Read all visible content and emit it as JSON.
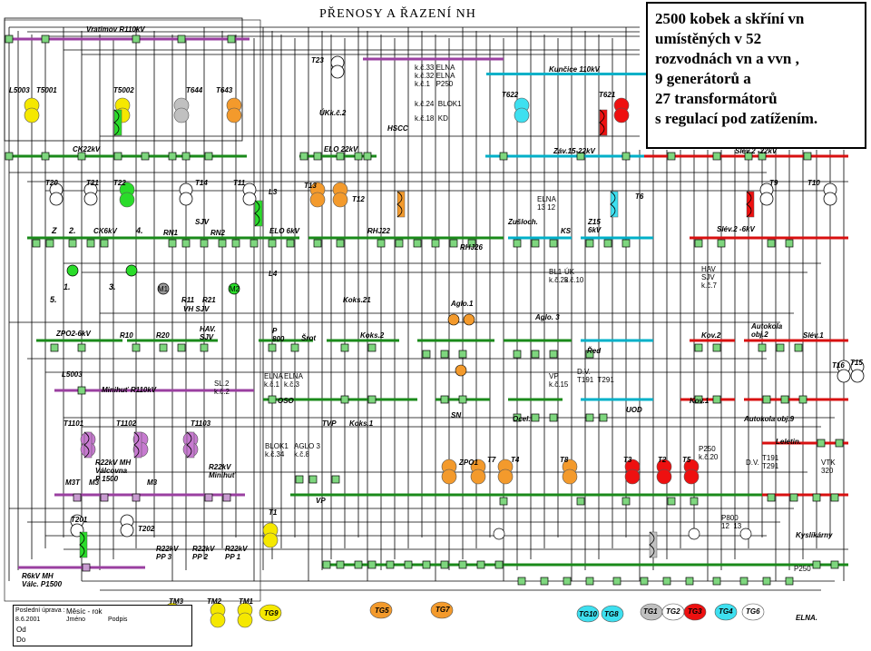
{
  "title": "PŘENOSY A ŘAZENÍ NH",
  "callout": {
    "lines": [
      "2500 kobek a skříní vn",
      "umístěných v 52",
      "rozvodnách vn a vvn ,",
      "9 generátorů a",
      "27 transformátorů",
      "s regulací pod zatížením."
    ]
  },
  "colors": {
    "bus_green": "#1a8a1a",
    "bus_purple": "#9a3fa0",
    "bus_red": "#d81010",
    "bus_cyan": "#00b0c8",
    "yellow": "#f5e800",
    "orange": "#f39a2c",
    "gray": "#c0c0c0",
    "cyan_tf": "#3ee0f0",
    "lime": "#2adc2a",
    "red_tf": "#ee1010"
  },
  "labels": {
    "vratimov": "Vratimov R110kV",
    "l5003_top": "L5003",
    "t5001": "T5001",
    "t5002": "T5002",
    "t644": "T644",
    "t643": "T643",
    "ck22kv": "CK22kV",
    "t23": "T23",
    "ukk2": "ÚKk.č.2",
    "elo22kv": "ELO 22kV",
    "hscc": "HSCC",
    "kc33": "k.č.33 ELNA",
    "kc32": "k.č.32 ELNA",
    "kc1": "k.č.1   P250",
    "kc24": "k.č.24  BLOK1",
    "kc18": "k.č.18  KD",
    "kuncice": "Kunčice 110kV",
    "t622": "T622",
    "t621": "T621",
    "zav15": "Záv.15-22kV",
    "slev2_22kv": "Slév.2 -22kV",
    "t20": "T20",
    "t21": "T21",
    "t22": "T22",
    "t14": "T14",
    "t11": "T11",
    "t13": "T13",
    "t12": "T12",
    "l3": "L3",
    "t9": "T9",
    "t10": "T10",
    "t6": "T6",
    "elna1312": "ELNA\n13 12",
    "z": "Z",
    "two": "2.",
    "ck6kv": "CK6kV",
    "four": "4.",
    "rn1": "RN1",
    "sjv": "SJV",
    "rn2": "RN2",
    "elo6kv": "ELO 6kV",
    "rhj22": "RHJ22",
    "rhj26": "RHJ26",
    "zusloch": "Zušloch.",
    "ks": "KS",
    "z15": "Z15\n6kV",
    "slev2_6kv": "Slév.2 -6kV",
    "one": "1.",
    "three": "3.",
    "m1": "M1",
    "m2": "M2",
    "l4": "L4",
    "bl1": "BL1\nk.č.23",
    "uk": "ÚK\nk.č.10",
    "hav_sjv": "HAV\nSJV\nk.č.7",
    "five": "5.",
    "r11": "R11",
    "r21": "R21",
    "vh_sjv": "VH SJV",
    "koks21": "Koks.21",
    "aglo1": "Aglo.1",
    "aglo3": "Aglo. 3",
    "zpo26": "ZPO2-6kV",
    "r10": "R10",
    "r20": "R20",
    "hav_sjv2": "HAV.\nSJV",
    "p800": "P\n800",
    "srot": "Šrot",
    "koks2": "Koks.2",
    "red": "Řed",
    "kov2": "Kov.2",
    "autokola2": "Autokola\nobj.2",
    "slev1": "Slév.1",
    "l5003_mid": "L5003",
    "minihut110": "Minihuť R110kV",
    "sl2": "SL.2\nk.č.2",
    "elna_kc1": "ELNA\nk.č.1",
    "elna_kc3": "ELNA\nk.č.3",
    "dv_t191": "D.V.\nT191  T291",
    "vp15": "VP\nk.č.15",
    "t16": "T16",
    "t15": "T15",
    "oso": "OSO",
    "sn": "SN",
    "ocel": "Ocel.",
    "uod": "UOD",
    "kov1": "Kov.1",
    "autokola9": "Autokola obj.9",
    "t1101": "T1101",
    "t1102": "T1102",
    "t1103": "T1103",
    "tvp": "TVP",
    "koks1": "Koks.1",
    "r22_valc": "R22kV MH\nVálcovna\nP 1500",
    "r22_minihut": "R22kV\nMinihuť",
    "m3t": "M3T",
    "m3a": "M3",
    "m3b": "M3",
    "blok1_34": "BLOK1\nk.č.34",
    "aglo3_8": "AGLO 3\nk.č.8",
    "zpo1": "ZPO1",
    "t7": "T7",
    "t4": "T4",
    "t8": "T8",
    "t3": "T3",
    "t2": "T2",
    "t5": "T5",
    "p250_20": "P250\nk.č.20",
    "dv2": "D.V.",
    "t191b": "T191\nT291",
    "letetin": "Leletin.",
    "vtk": "VTK\n320",
    "vp": "VP",
    "t1": "T1",
    "t201": "T201",
    "t202": "T202",
    "p800b": "P800\n12  13",
    "kyslikarny": "Kyslíkárny",
    "r22_pp3": "R22kV\nPP 3",
    "r22_pp2": "R22kV\nPP 2",
    "r22_pp1": "R22kV\nPP 1",
    "r6kv": "R6kV MH\nVálc. P1500",
    "p250b": "P250",
    "tm3": "TM3",
    "tm2": "TM2",
    "tm1": "TM1",
    "tg9": "TG9",
    "tg5": "TG5",
    "tg7": "TG7",
    "tg10": "TG10",
    "tg8": "TG8",
    "tg1": "TG1",
    "tg2": "TG2",
    "tg3": "TG3",
    "tg4": "TG4",
    "tg6": "TG6",
    "elna_bottom": "ELNA."
  },
  "legend": {
    "posledni_uprava": "Poslední úprava :",
    "date": "8.6.2001",
    "mesic_rok": "Měsíc - rok",
    "jmeno": "Jméno",
    "podpis": "Podpis",
    "od": "Od",
    "do": "Do"
  }
}
